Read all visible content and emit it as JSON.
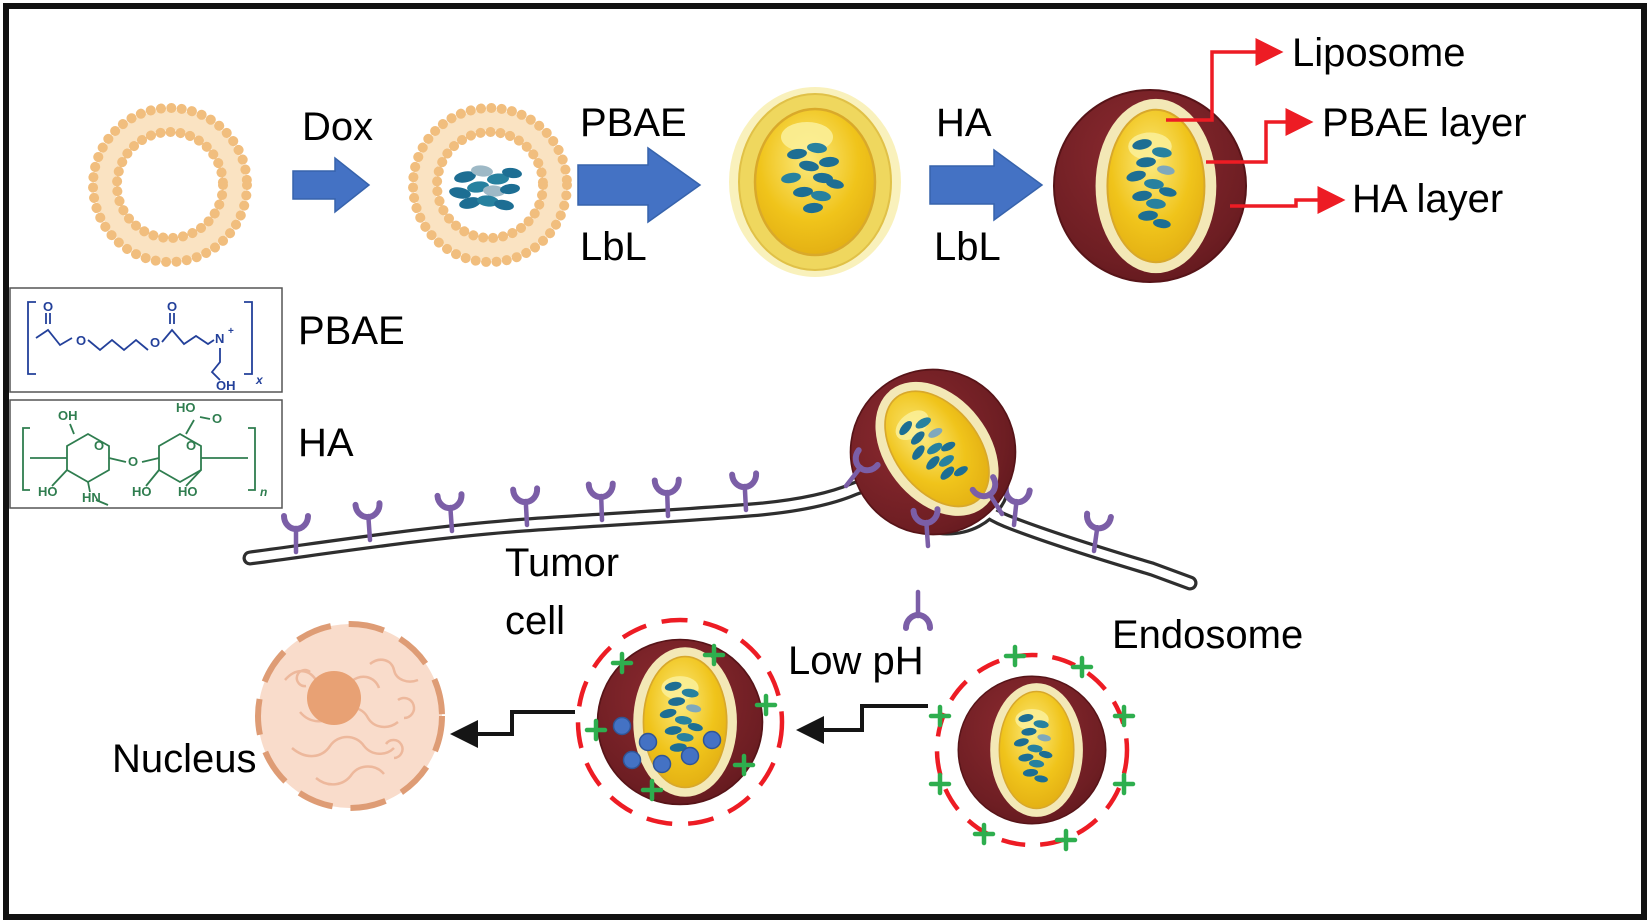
{
  "labels": {
    "dox": "Dox",
    "pbae_arrow_top": "PBAE",
    "pbae_arrow_bottom": "LbL",
    "ha_arrow_top": "HA",
    "ha_arrow_bottom": "LbL",
    "liposome": "Liposome",
    "pbae_layer": "PBAE layer",
    "ha_layer": "HA layer",
    "pbae_structure": "PBAE",
    "ha_structure": "HA",
    "tumor_cell": [
      "Tumor",
      "cell"
    ],
    "endosome": "Endosome",
    "low_ph": "Low pH",
    "nucleus": "Nucleus"
  },
  "structures": {
    "pbae_atoms": [
      "O",
      "O",
      "O",
      "O",
      "N",
      "+",
      "OH",
      "x"
    ],
    "ha_atoms": [
      "OH",
      "HO",
      "O",
      "O",
      "O",
      "O",
      "HO",
      "HN",
      "HO",
      "HO",
      "n"
    ]
  },
  "colors": {
    "arrow_blue": "#4472C4",
    "liposome_orange": "#F1BE7E",
    "gold": "#F0C41B",
    "maroon": "#701F24",
    "dox_blue": "#1D6E93",
    "annotation_red": "#ED1C24",
    "receptor_purple": "#7B5EA7",
    "plus_green": "#2EAE4E",
    "nucleus_pink": "#F9DCCB",
    "membrane_dark": "#2E2E2E"
  }
}
